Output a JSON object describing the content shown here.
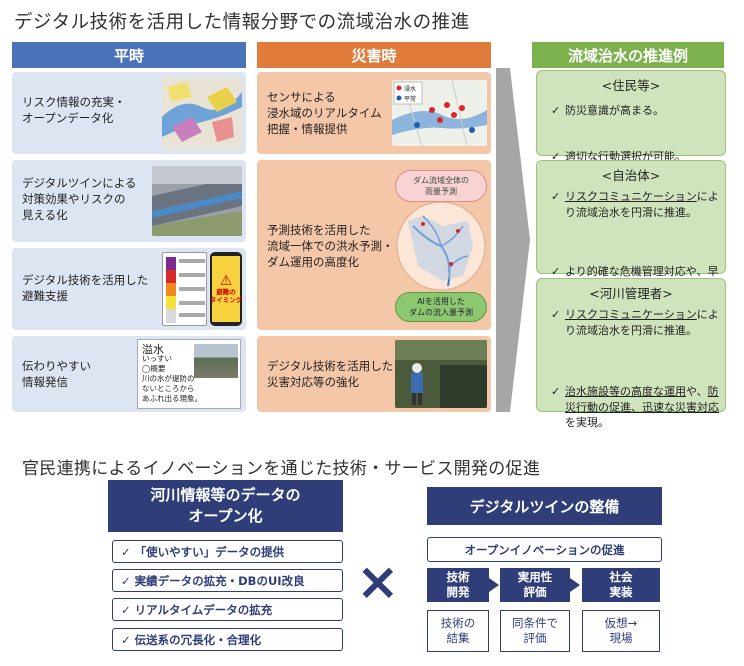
{
  "title": "デジタル技術を活用した情報分野での流域治水の推進",
  "headers": {
    "heiji": "平時",
    "saigai": "災害時",
    "rei": "流域治水の推進例"
  },
  "heiji_cards": [
    {
      "text": "リスク情報の充実・\nオープンデータ化"
    },
    {
      "text": "デジタルツインによる\n対策効果やリスクの\n見える化"
    },
    {
      "text": "デジタル技術を活用した\n避難支援"
    },
    {
      "text": "伝わりやすい\n情報発信"
    }
  ],
  "saigai_cards": [
    {
      "text": "センサによる\n浸水域のリアルタイム\n把握・情報提供"
    },
    {
      "text": "予測技術を活用した\n流域一体での洪水予測・\nダム運用の高度化"
    },
    {
      "text": "デジタル技術を活用した\n災害対応等の強化"
    }
  ],
  "images": {
    "sensor_legend_1": "浸水",
    "sensor_legend_2": "平常",
    "dam_top": "ダム流域全体の\n雨量予測",
    "dam_bottom": "AIを活用した\nダムの流入量予測",
    "phone_warning": "避難の\nタイミング",
    "glossary_word": "溢水",
    "glossary_reading": "いっすい",
    "glossary_body": "◯概要\n川の水が堤防の\nないところから\nあふれ出る現象。"
  },
  "rei_groups": [
    {
      "title": "<住民等>",
      "items": [
        {
          "text": "防災意識が高まる。"
        },
        {
          "text": "適切な行動選択が可能。"
        }
      ]
    },
    {
      "title": "<自治体>",
      "items": [
        {
          "u": "リスクコミュニケーション",
          "rest": "により流域治水を円滑に推進。"
        },
        {
          "text": "より的確な危機管理対応や、早期復旧・復興を実現。"
        }
      ]
    },
    {
      "title": "<河川管理者>",
      "items": [
        {
          "u": "リスクコミュニケーション",
          "rest": "により流域治水を円滑に推進。"
        },
        {
          "u": "治水施設等の高度な運用",
          "mid": "や、",
          "u2": "防災行動の促進、迅速な災害対応",
          "rest": "を実現。"
        }
      ]
    }
  ],
  "check": "✓",
  "subtitle": "官民連携によるイノベーションを通じた技術・サービス開発の促進",
  "left_box": {
    "title": "河川情報等のデータの\nオープン化",
    "items": [
      "✓ 「使いやすい」データの提供",
      "✓ 実績データの拡充・DBのUI改良",
      "✓ リアルタイムデータの拡充",
      "✓ 伝送系の冗長化・合理化"
    ]
  },
  "cross": "×",
  "right_box": {
    "title": "デジタルツインの整備",
    "banner": "オープンイノベーションの促進",
    "steps": [
      "技術\n開発",
      "実用性\n評価",
      "社会\n実装"
    ],
    "results": [
      "技術の\n結集",
      "同条件で\n評価",
      "仮想→\n現場"
    ]
  },
  "colors": {
    "heiji": "#4a72b8",
    "saigai": "#e07b3c",
    "rei": "#7db14e",
    "navy": "#2f3e78"
  }
}
